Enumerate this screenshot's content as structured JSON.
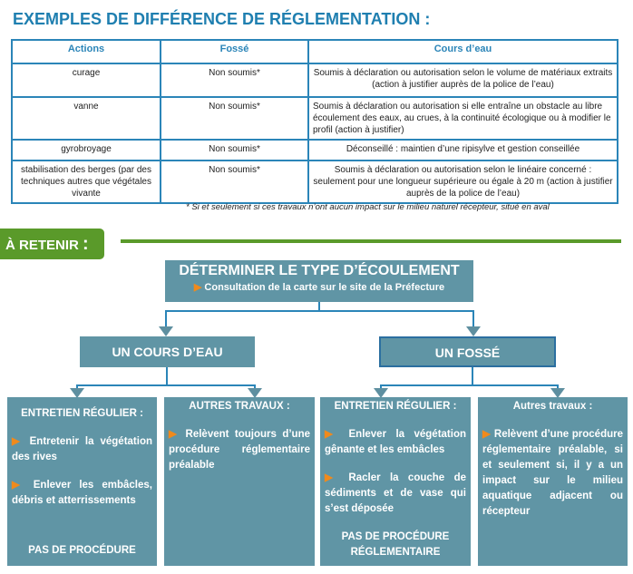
{
  "title": "EXEMPLES DE DIFFÉRENCE DE RÉGLEMENTATION :",
  "table": {
    "headers": [
      "Actions",
      "Fossé",
      "Cours d’eau"
    ],
    "rows": [
      [
        "curage",
        "Non soumis*",
        "Soumis à déclaration ou autorisation selon le volume de matériaux extraits (action à justifier auprès de la police de l’eau)"
      ],
      [
        "vanne",
        "Non soumis*",
        "Soumis à déclaration ou autorisation si elle entraîne un obstacle au libre écoulement des eaux, au crues, à la continuité écologique ou à modifier le profil (action à justifier)"
      ],
      [
        "gyrobroyage",
        "Non soumis*",
        "Déconseillé : maintien d’une ripisylve et gestion conseillée"
      ],
      [
        "stabilisation des berges (par des techniques autres que végétales vivante",
        "Non soumis*",
        "Soumis à déclaration ou autorisation selon le linéaire concerné : seulement pour une longueur supérieure ou égale à 20 m (action à justifier auprès de la police de l’eau)"
      ]
    ]
  },
  "footnote": "* Si et seulement si ces travaux n’ont aucun impact sur le milieu naturel récepteur, situé en aval",
  "retenir": {
    "label": "À RETENIR",
    "colon": ":"
  },
  "flow": {
    "top_title": "DÉTERMINER LE TYPE D’ÉCOULEMENT",
    "top_sub": "Consultation de la carte sur le site de la Préfecture",
    "left": "UN COURS D’EAU",
    "right": "UN FOSSÉ",
    "cards": [
      {
        "head": "ENTRETIEN RÉGULIER :",
        "items": [
          "Entretenir la végétation des rives",
          "Enlever les embâcles, débris et atterrissements"
        ],
        "foot": "PAS DE PROCÉDURE"
      },
      {
        "head": "AUTRES TRAVAUX :",
        "items": [
          "Relèvent toujours d’une procédure réglementaire préalable"
        ],
        "foot": ""
      },
      {
        "head": "ENTRETIEN RÉGULIER :",
        "items": [
          "Enlever la végétation gênante et les embâcles",
          "Racler la couche de sédiments et de vase qui s’est déposée"
        ],
        "foot": "PAS DE PROCÉDURE RÉGLEMENTAIRE"
      },
      {
        "head": "Autres travaux :",
        "items": [
          "Relèvent d’une procédure réglementaire préalable, si et seulement si, il y a un impact sur le milieu aquatique adjacent ou récepteur"
        ],
        "foot": ""
      }
    ]
  },
  "colors": {
    "title": "#1f7fb0",
    "green": "#5a9a2a",
    "box": "#6095a5",
    "arrow": "#f08a1c"
  }
}
